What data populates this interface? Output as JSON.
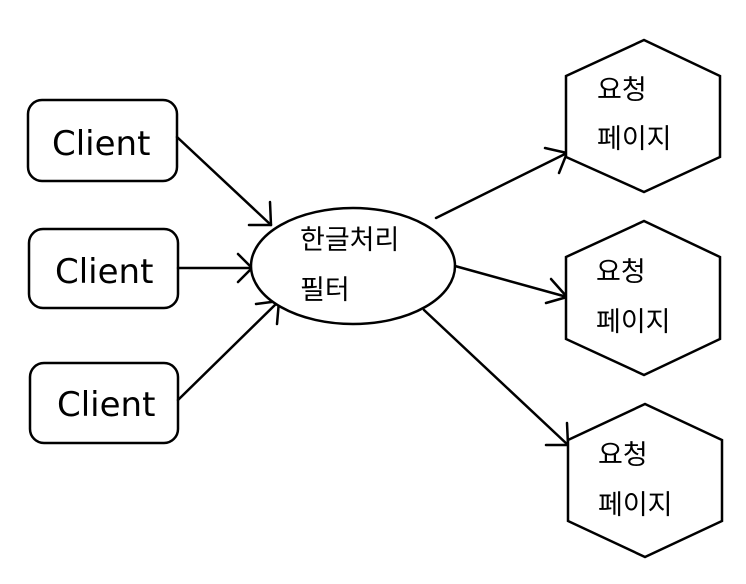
{
  "nodes": {
    "clients": [
      {
        "label": "Client"
      },
      {
        "label": "Client"
      },
      {
        "label": "Client"
      }
    ],
    "filter": {
      "line1": "한글처리",
      "line2": "필터"
    },
    "pages": [
      {
        "line1": "요청",
        "line2": "페이지"
      },
      {
        "line1": "요청",
        "line2": "페이지"
      },
      {
        "line1": "요청",
        "line2": "페이지"
      }
    ]
  },
  "colors": {
    "stroke": "#000000",
    "fill": "#ffffff"
  }
}
